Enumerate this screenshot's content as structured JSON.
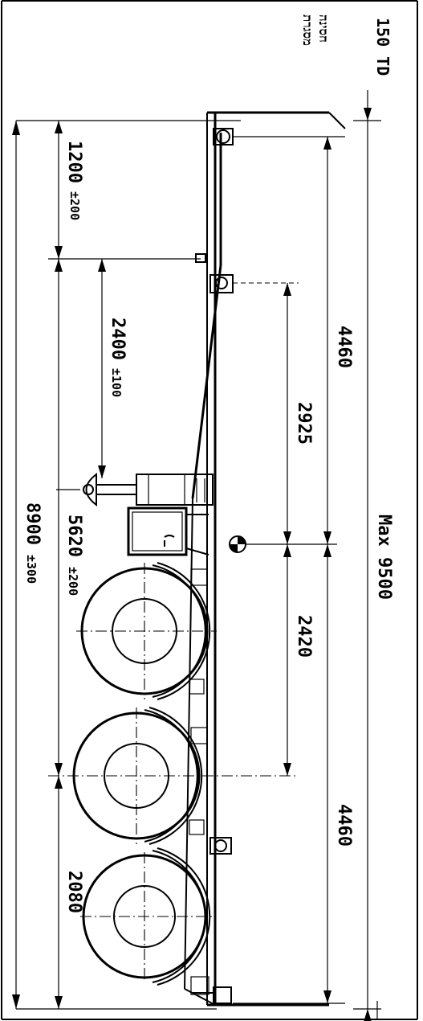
{
  "drawing": {
    "title": "",
    "label_150": "150 TD",
    "label_hebrew_1": "חסינה",
    "label_hebrew_2": "מסגרת",
    "dim_1200": "1200",
    "tol_1200": "±200",
    "dim_2400": "2400",
    "tol_2400": "±100",
    "dim_5620": "5620",
    "tol_5620": "±200",
    "dim_8900": "8900",
    "tol_8900": "±300",
    "dim_2080": "2080",
    "dim_4460_top": "4460",
    "dim_2925": "2925",
    "dim_max": "Max  9500",
    "dim_2420": "2420",
    "dim_4460_bottom": "4460"
  }
}
